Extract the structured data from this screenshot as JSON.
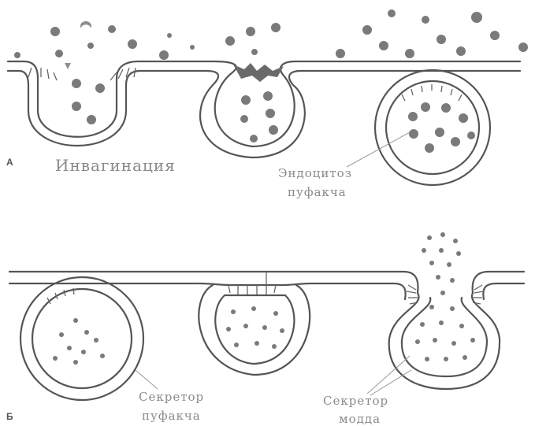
{
  "panel_a": {
    "letter": "A",
    "invagination_label": "Инвагинация",
    "endocytosis_label_line1": "Эндоцитоз",
    "endocytosis_label_line2": "пуфакча"
  },
  "panel_b": {
    "letter": "Б",
    "secretory_vesicle_line1": "Секретор",
    "secretory_vesicle_line2": "пуфакча",
    "secretory_substance_line1": "Секретор",
    "secretory_substance_line2": "модда"
  },
  "colors": {
    "membrane": "#555555",
    "particles": "#7a7a7a",
    "labels": "#8a8a8a",
    "background": "#ffffff"
  }
}
